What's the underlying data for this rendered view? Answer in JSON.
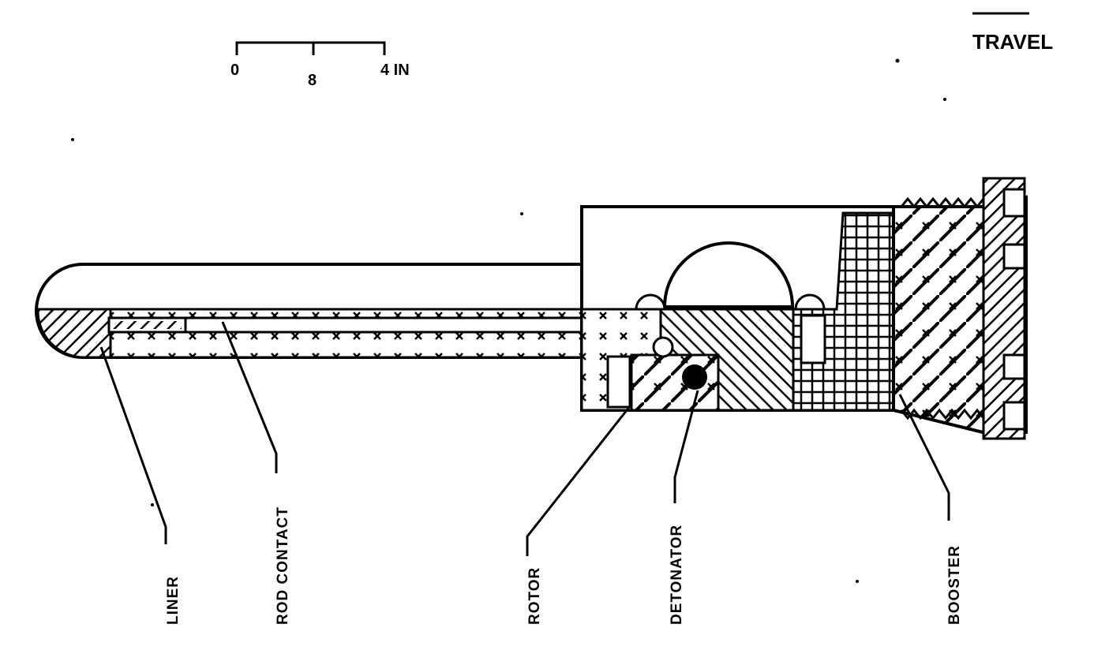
{
  "travel": {
    "label": "TRAVEL"
  },
  "scale": {
    "tick_start": "0",
    "tick_mid": "8",
    "tick_end": "4 IN"
  },
  "callouts": {
    "liner": "LINER",
    "rod_contact": "ROD CONTACT",
    "rotor": "ROTOR",
    "detonator": "DETONATOR",
    "booster": "BOOSTER"
  },
  "colors": {
    "ink": "#000000",
    "paper": "#ffffff"
  }
}
